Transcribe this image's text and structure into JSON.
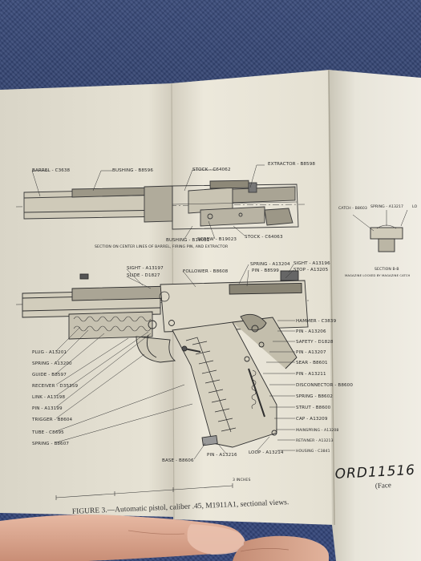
{
  "document": {
    "figure_caption": "FIGURE 3.—Automatic pistol, caliber .45, M1911A1, sectional views.",
    "section_caption": "SECTION ON CENTER LINES OF BARREL, FIRING PIN, AND EXTRACTOR",
    "section_bb_title": "SECTION B-B",
    "section_bb_caption": "MAGAZINE LOCKED BY MAGAZINE CATCH",
    "ord_number": "ORD11516",
    "face_note": "(Face",
    "scale_label": "3 INCHES"
  },
  "labels": {
    "barrel": "BARREL - C3638",
    "bushing_top": "BUSHING - B8596",
    "stock_top": "STOCK - C64062",
    "extractor": "EXTRACTOR - B8598",
    "bushing_bottom": "BUSHING - B19022",
    "screw": "SCREW - B19023",
    "stock_bottom": "STOCK - C64063",
    "catch": "CATCH - B8603",
    "spring_side": "SPRING - A13217",
    "lo": "LO",
    "sight_front": "SIGHT - A13197",
    "slide": "SLIDE - D1827",
    "follower": "FOLLOWER - B8608",
    "spring_top": "SPRING - A13204",
    "pin_top": "PIN - B8599",
    "sight_rear": "SIGHT - A13196",
    "stop": "STOP - A13205",
    "hammer": "HAMMER - C3839",
    "pin_1": "PIN - A13206",
    "safety": "SAFETY - D1828",
    "pin_2": "PIN - A13207",
    "sear": "SEAR - B8601",
    "pin_3": "PIN - A13211",
    "disconnector": "DISCONNECTOR - B8600",
    "spring_right": "SPRING - B8602",
    "strut": "STRUT - B8600",
    "cap": "CAP - A13209",
    "mainspring": "MAINSPRING - A13208",
    "retainer": "RETAINER - A13213",
    "housing": "HOUSING - C3841",
    "loop": "LOOP - A13214",
    "pin_base": "PIN - A13216",
    "base": "BASE - B8606",
    "plug": "PLUG - A13201",
    "spring_left": "SPRING - A13200",
    "guide": "GUIDE - B8597",
    "receiver": "RECEIVER - D35359",
    "link": "LINK - A13198",
    "pin_left": "PIN - A13199",
    "trigger": "TRIGGER - B8604",
    "tube": "TUBE - C8695",
    "spring_mag": "SPRING - B8607"
  }
}
